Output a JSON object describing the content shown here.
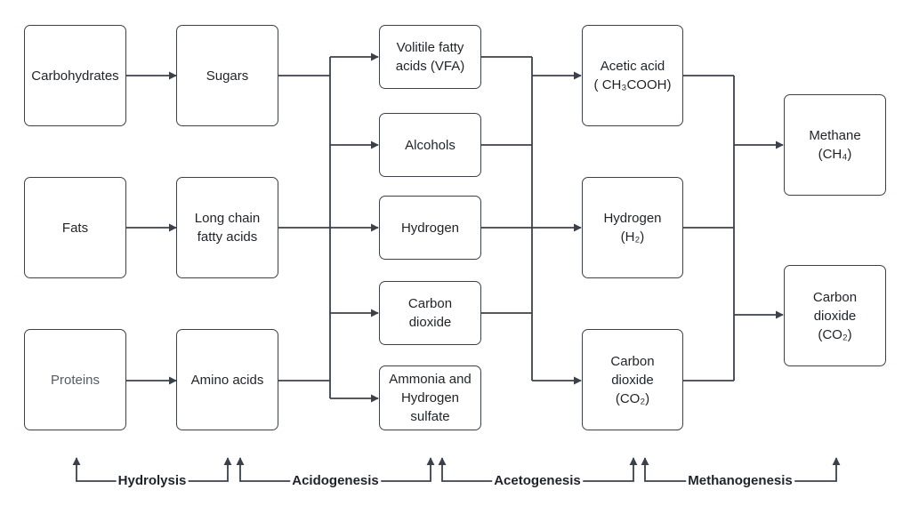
{
  "boxes": {
    "carbohydrates": "Carbohydrates",
    "fats": "Fats",
    "proteins": "Proteins",
    "sugars": "Sugars",
    "lcfa_1": "Long chain",
    "lcfa_2": "fatty acids",
    "amino_acids": "Amino acids",
    "vfa_1": "Volitile fatty",
    "vfa_2": "acids (VFA)",
    "alcohols": "Alcohols",
    "hydrogen_mid": "Hydrogen",
    "co2_mid_1": "Carbon",
    "co2_mid_2": "dioxide",
    "ammonia_1": "Ammonia and",
    "ammonia_2": "Hydrogen",
    "ammonia_3": "sulfate",
    "acetic_1": "Acetic acid",
    "acetic_2": "( CH₃COOH)",
    "h2_1": "Hydrogen",
    "h2_2": "(H₂)",
    "co2_r_1": "Carbon",
    "co2_r_2": "dioxide",
    "co2_r_3": "(CO₂)",
    "methane_1": "Methane",
    "methane_2": "(CH₄)",
    "co2_final_1": "Carbon",
    "co2_final_2": "dioxide",
    "co2_final_3": "(CO₂)"
  },
  "stages": {
    "hydrolysis": "Hydrolysis",
    "acidogenesis": "Acidogenesis",
    "acetogenesis": "Acetogenesis",
    "methanogenesis": "Methanogenesis"
  },
  "colors": {
    "line": "#3b414b",
    "text": "#1f2329",
    "muted_text": "#555b63",
    "background": "#ffffff"
  }
}
